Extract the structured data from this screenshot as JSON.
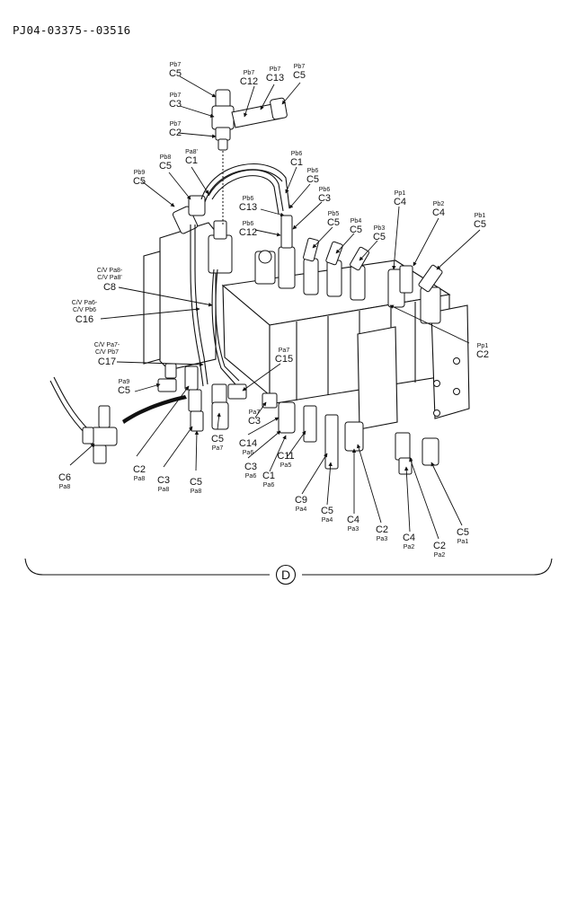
{
  "document_id": "PJ04-03375--03516",
  "view_letter": "D",
  "callouts": [
    {
      "id": "pb7-c5",
      "code": "C5",
      "port": "Pb7"
    },
    {
      "id": "pb7-c12",
      "code": "C12",
      "port": "Pb7"
    },
    {
      "id": "pb7-c13",
      "code": "C13",
      "port": "Pb7"
    },
    {
      "id": "pb7-c5b",
      "code": "C5",
      "port": "Pb7"
    },
    {
      "id": "pb7-c3",
      "code": "C3",
      "port": "Pb7"
    },
    {
      "id": "pb7-c2",
      "code": "C2",
      "port": "Pb7"
    },
    {
      "id": "pa8p-c1",
      "code": "C1",
      "port": "Pa8'"
    },
    {
      "id": "pb8-c5",
      "code": "C5",
      "port": "Pb8"
    },
    {
      "id": "pb9-c5",
      "code": "C5",
      "port": "Pb9"
    },
    {
      "id": "pb6-c1",
      "code": "C1",
      "port": "Pb6"
    },
    {
      "id": "pb6-c5",
      "code": "C5",
      "port": "Pb6"
    },
    {
      "id": "pb6-c3",
      "code": "C3",
      "port": "Pb6"
    },
    {
      "id": "pb6-c13",
      "code": "C13",
      "port": "Pb6"
    },
    {
      "id": "pb6-c12",
      "code": "C12",
      "port": "Pb6"
    },
    {
      "id": "pb5-c5",
      "code": "C5",
      "port": "Pb5"
    },
    {
      "id": "pb4-c5",
      "code": "C5",
      "port": "Pb4"
    },
    {
      "id": "pb3-c5",
      "code": "C5",
      "port": "Pb3"
    },
    {
      "id": "pp1-c4",
      "code": "C4",
      "port": "Pp1"
    },
    {
      "id": "pb2-c4",
      "code": "C4",
      "port": "Pb2"
    },
    {
      "id": "pb1-c5",
      "code": "C5",
      "port": "Pb1"
    },
    {
      "id": "cv-c8",
      "code": "C8",
      "port": "C/V Pa8-",
      "port2": "C/V Pa8'"
    },
    {
      "id": "cv-c16",
      "code": "C16",
      "port": "C/V Pa6-",
      "port2": "C/V Pb6"
    },
    {
      "id": "cv-c17",
      "code": "C17",
      "port": "C/V Pa7-",
      "port2": "C/V Pb7"
    },
    {
      "id": "pa7-c15",
      "code": "C15",
      "port": "Pa7"
    },
    {
      "id": "pa9-c5",
      "code": "C5",
      "port": "Pa9"
    },
    {
      "id": "pp1-c2",
      "code": "C2",
      "port": "Pp1"
    },
    {
      "id": "pa7-c3",
      "code": "C3",
      "port": "Pa7"
    },
    {
      "id": "pa8-c6",
      "code": "C6",
      "port": "Pa8"
    },
    {
      "id": "pa8-c2",
      "code": "C2",
      "port": "Pa8"
    },
    {
      "id": "pa8-c3",
      "code": "C3",
      "port": "Pa8"
    },
    {
      "id": "pa8-c5",
      "code": "C5",
      "port": "Pa8"
    },
    {
      "id": "pa7-c5",
      "code": "C5",
      "port": "Pa7"
    },
    {
      "id": "pa6-c14",
      "code": "C14",
      "port": "Pa6"
    },
    {
      "id": "pa6-c3",
      "code": "C3",
      "port": "Pa6"
    },
    {
      "id": "pa6-c1",
      "code": "C1",
      "port": "Pa6"
    },
    {
      "id": "pa5-c11",
      "code": "C11",
      "port": "Pa5"
    },
    {
      "id": "pa4-c9",
      "code": "C9",
      "port": "Pa4"
    },
    {
      "id": "pa4-c5",
      "code": "C5",
      "port": "Pa4"
    },
    {
      "id": "pa3-c4",
      "code": "C4",
      "port": "Pa3"
    },
    {
      "id": "pa3-c2",
      "code": "C2",
      "port": "Pa3"
    },
    {
      "id": "pa2-c4",
      "code": "C4",
      "port": "Pa2"
    },
    {
      "id": "pa2-c2",
      "code": "C2",
      "port": "Pa2"
    },
    {
      "id": "pa1-c5",
      "code": "C5",
      "port": "Pa1"
    }
  ]
}
